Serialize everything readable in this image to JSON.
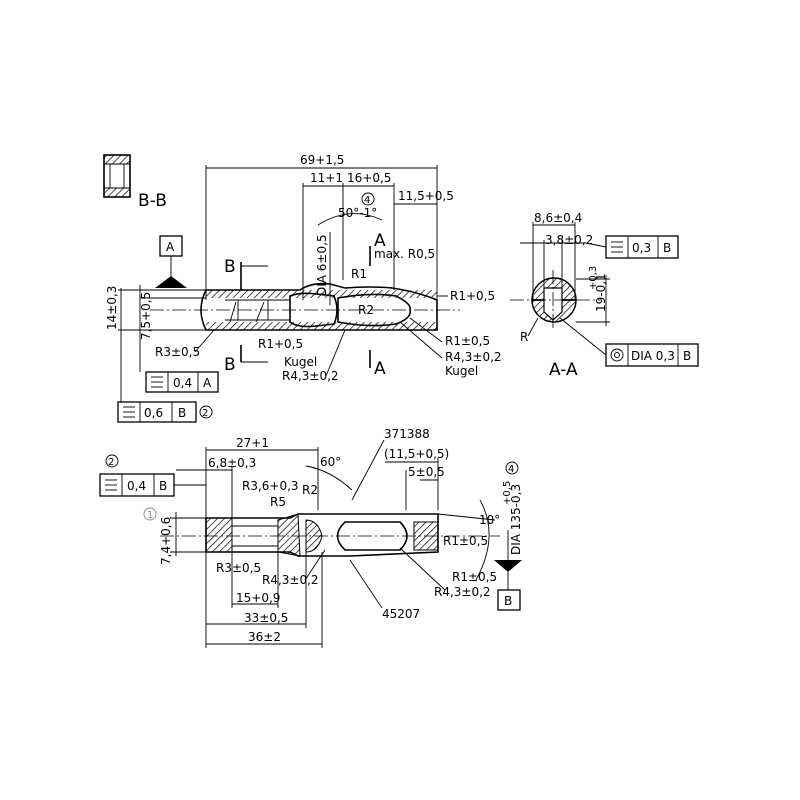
{
  "drawing": {
    "section_bb": "B-B",
    "section_aa": "A-A",
    "cut_a": "A",
    "cut_b": "B",
    "datum_a": "A",
    "datum_b": "B",
    "part_number_1": "371388",
    "part_number_2": "45207",
    "dims_top": {
      "overall": "69+1,5",
      "d11": "11+1",
      "d16": "16+0,5",
      "d115": "11,5+0,5",
      "angle": "50°-1°",
      "dia6": "DIA 6±0,5",
      "h14": "14±0,3",
      "h75": "7,5+0,5",
      "r1a": "R1",
      "r2a": "R2",
      "max_r05": "max. R0,5",
      "r1_05a": "R1+0,5",
      "r1_05b": "R1±0,5",
      "r43a": "R4,3±0,2",
      "kugel_a": "Kugel",
      "r3_05a": "R3±0,5",
      "r1_05c": "R1+0,5",
      "kugel_b": "Kugel",
      "r43b": "R4,3±0,2",
      "note4": "4",
      "note2": "2"
    },
    "fcf_sym_04": {
      "symbol": "position-symbol",
      "tol": "0,4",
      "datum": "A"
    },
    "fcf_sym_06": {
      "symbol": "position-symbol",
      "tol": "0,6",
      "datum": "B"
    },
    "aa_dims": {
      "w86": "8,6±0,4",
      "w38": "3,8±0,2",
      "h19": "19-0,1",
      "h19_up": "+0,3",
      "r": "R"
    },
    "fcf_aa_sym": {
      "symbol": "position-symbol",
      "tol": "0,3",
      "datum": "B"
    },
    "fcf_aa_conc": {
      "symbol": "concentricity-symbol",
      "tol": "DIA 0,3",
      "datum": "B"
    },
    "dims_bottom": {
      "d27": "27+1",
      "d68": "6,8±0,3",
      "angle60": "60°",
      "d115b": "(11,5+0,5)",
      "d5": "5±0,5",
      "r36": "R3,6+0,3",
      "r5": "R5",
      "r2b": "R2",
      "angle10": "10°",
      "dia135": "DIA 135-0,3",
      "dia135_up": "+0,5",
      "h74": "7,4+0,6",
      "circ1": "1",
      "r3_05b": "R3±0,5",
      "r43c": "R4,3±0,2",
      "r1_05d": "R1±0,5",
      "r1_05e": "R1±0,5",
      "r43d": "R4,3±0,2",
      "d15": "15+0,9",
      "d33": "33±0,5",
      "d36": "36±2",
      "note4": "4",
      "note2": "2"
    },
    "fcf_bottom": {
      "symbol": "position-symbol",
      "tol": "0,4",
      "datum": "B"
    }
  }
}
